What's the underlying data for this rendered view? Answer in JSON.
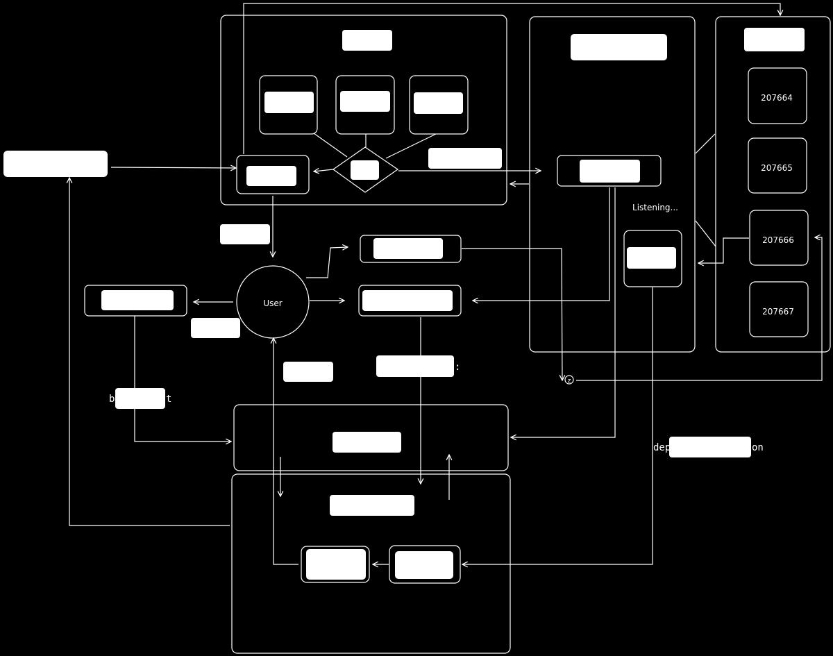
{
  "colors": {
    "background": "#000000",
    "stroke": "#ffffff",
    "redaction": "#ffffff"
  },
  "labels": {
    "user": "User",
    "listening": "Listening...",
    "node1": "207664",
    "node2": "207665",
    "node3": "207666",
    "node4": "207667",
    "side_b": "b",
    "side_t": "t",
    "dep_prefix": "dep",
    "dep_suffix": "on",
    "z_marker": "z",
    "colon_marker": ":"
  },
  "icons": {
    "connector": "circle-z-icon",
    "arrowhead": "arrowhead-icon"
  }
}
